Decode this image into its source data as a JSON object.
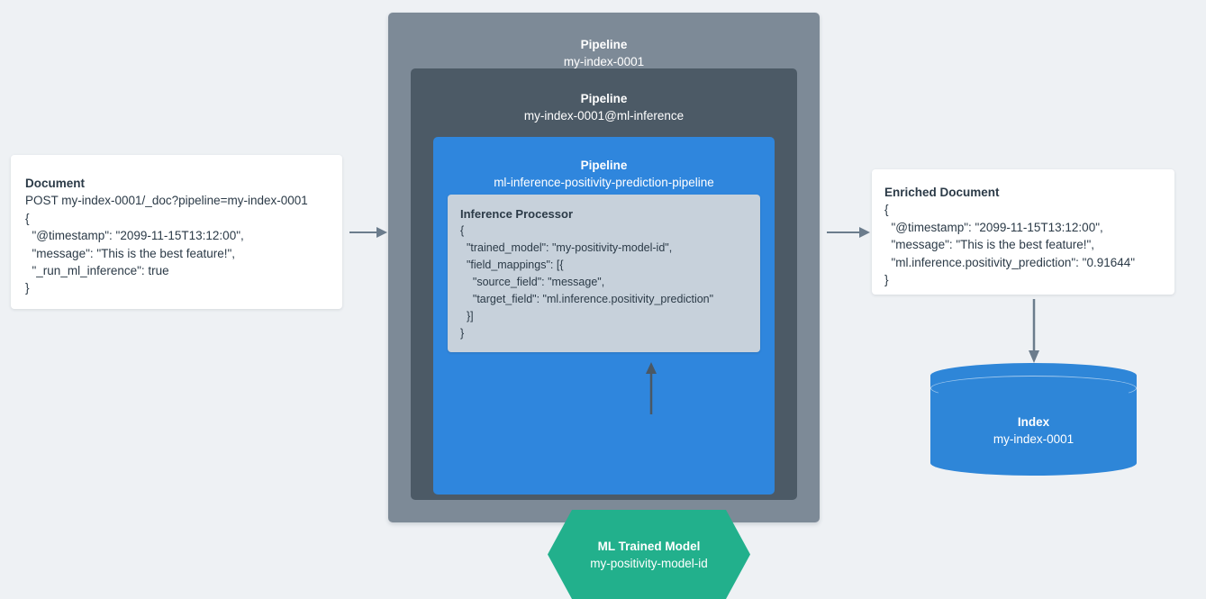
{
  "background": "#eef1f4",
  "colors": {
    "outer_pipeline": "#7d8a97",
    "middle_pipeline": "#4c5a66",
    "inner_pipeline": "#2f86dd",
    "processor": "#c7d1db",
    "model_hexagon": "#22b08c",
    "index_cylinder": "#2e86d8",
    "card": "#ffffff",
    "text_dark": "#2b3a47",
    "arrow": "#6b7c8c"
  },
  "document_card": {
    "title": "Document",
    "request_line": "POST my-index-0001/_doc?pipeline=my-index-0001",
    "body_lines": [
      "{",
      "  \"@timestamp\": \"2099-11-15T13:12:00\",",
      "  \"message\": \"This is the best feature!\",",
      "  \"_run_ml_inference\": true",
      "}"
    ]
  },
  "pipelines": {
    "outer": {
      "kind": "Pipeline",
      "name": "my-index-0001"
    },
    "middle": {
      "kind": "Pipeline",
      "name": "my-index-0001@ml-inference"
    },
    "inner": {
      "kind": "Pipeline",
      "name": "ml-inference-positivity-prediction-pipeline"
    }
  },
  "processor": {
    "title": "Inference Processor",
    "body_lines": [
      "{",
      "  \"trained_model\": \"my-positivity-model-id\",",
      "  \"field_mappings\": [{",
      "    \"source_field\": \"message\",",
      "    \"target_field\": \"ml.inference.positivity_prediction\"",
      "  }]",
      "}"
    ]
  },
  "model": {
    "title": "ML Trained Model",
    "name": "my-positivity-model-id"
  },
  "enriched_card": {
    "title": "Enriched Document",
    "body_lines": [
      "{",
      "  \"@timestamp\": \"2099-11-15T13:12:00\",",
      "  \"message\": \"This is the best feature!\",",
      "  \"ml.inference.positivity_prediction\": \"0.91644\"",
      "}"
    ]
  },
  "index": {
    "title": "Index",
    "name": "my-index-0001"
  },
  "arrows": {
    "doc_to_pipeline": "arrow-right",
    "pipeline_to_enriched": "arrow-right",
    "model_to_processor": "arrow-up",
    "enriched_to_index": "arrow-down"
  }
}
